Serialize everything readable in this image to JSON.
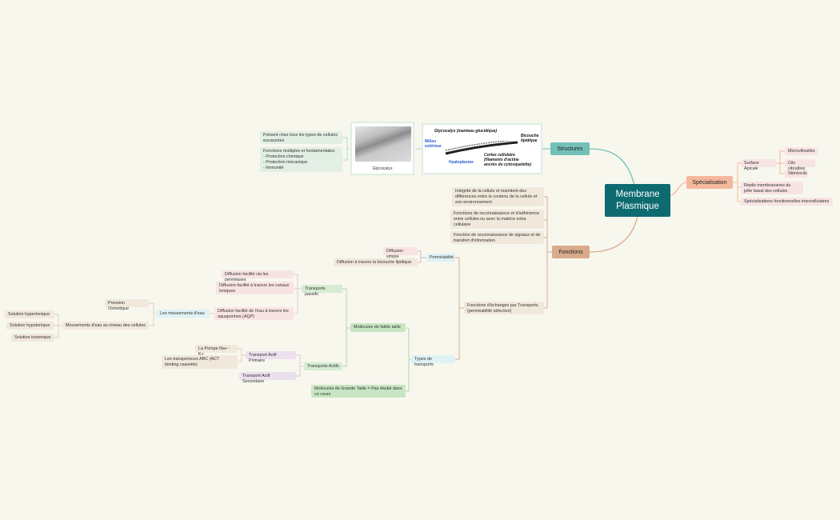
{
  "root": {
    "label": "Membrane\nPlasmique"
  },
  "branches": {
    "structures": {
      "label": "Structures"
    },
    "specialisation": {
      "label": "Spécialisation"
    },
    "fonctions": {
      "label": "Fonctions"
    }
  },
  "structures": {
    "present": "Présent chez tous les types de cellules eucaryotes",
    "fonctions_multiples": "Fonctions multiples et fondamentales:\n- Protection chimique\n- Protection mécanique\n- Immunité",
    "image_caption": "Glycocalyx",
    "diagram": {
      "glycocalyx": "Glycocalyx (manteau glucidique)",
      "milieu": "Milieu\nextérieur",
      "bicouche": "Bicouche\nlipidique",
      "cortex": "Cortex cellulaire\n(filaments d'actine\nancrés du cytosquelette)",
      "hyaloplasme": "Hyaloplasme"
    }
  },
  "specialisation": {
    "surface_apicale": "Surface Apicale",
    "microvillosites": "Microvillosités",
    "cils": "Cils vibratiles",
    "stereocils": "Stéréocils",
    "replis": "Replis membranaires du pôle basal des cellules",
    "intercellulaires": "Spécialisations fonctionnelles intercellulaires"
  },
  "fonctions": {
    "integrite": "Intégrité de la cellule et maintient des différences entre le contenu de la cellule et son environnement",
    "reconnaissance": "Fonctions de reconnaissance et d'adhérence entre cellules ou avec la matrice extra cellulaire",
    "signaux": "Fonction de reconnaissance de signaux et de transfert d'information",
    "echanges": "Fonctions d'échanges par Transports  (perméabilité sélective)"
  },
  "echanges": {
    "permeabilite": "Perméabilité",
    "diffusion_simple": "Diffusion simple",
    "diffusion_bicouche": "Diffusion à travers la bicouche lipidique",
    "types_transports": "Types de transports",
    "faible_taille": "Molécules de faible taille",
    "grande_taille": "Molécules de Grande Taille = Pas étudié dans ce cours",
    "transports_passifs": "Transports passifs",
    "transports_actifs": "Transports Actifs",
    "diff_permeases": "Diffusion facilité via les perméases",
    "diff_canaux": "Diffusion facilité à travers les canaux ioniques",
    "diff_eau": "Diffusion facilité de l'eau à travers les aquaporines (AQP)",
    "mouvements_eau": "Les mouvements d'eau",
    "pression": "Pression Osmotique",
    "mouvements_cellules": "Mouvements d'eau au niveau des cellules",
    "hypertonique": "Solution hypertonique",
    "hypotonique": "Solution hypotonique",
    "isotonique": "Solution isotonique",
    "actif_primaire": "Transport Actif Primaire",
    "actif_secondaire": "Transport Actif Secondaire",
    "pompe": "La Pompe Na+ -K+",
    "abc": "Les transporteurs ABC (ACT binding cassette)"
  },
  "colors": {
    "root": "#0d6b70",
    "structures": "#72c0b8",
    "specialisation": "#f5b89c",
    "fonctions": "#d9ab8c",
    "background": "#f7f7ee"
  }
}
